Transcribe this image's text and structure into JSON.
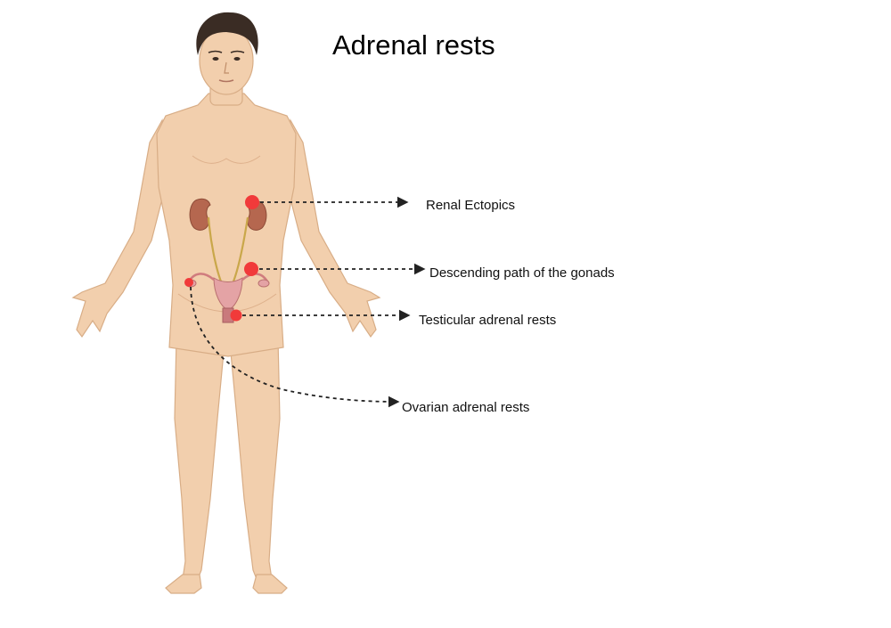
{
  "title": "Adrenal rests",
  "colors": {
    "skin": "#F2CFAD",
    "skin_shade": "#DDB08B",
    "hair": "#3A2C24",
    "kidney": "#B5674F",
    "ureter": "#C9A74A",
    "reproductive": "#E4A3A5",
    "rest_marker": "#F13A3A",
    "arrow": "#222222"
  },
  "labels": {
    "renal": "Renal Ectopics",
    "descending": "Descending path of the gonads",
    "testicular": "Testicular adrenal rests",
    "ovarian": "Ovarian adrenal rests"
  }
}
